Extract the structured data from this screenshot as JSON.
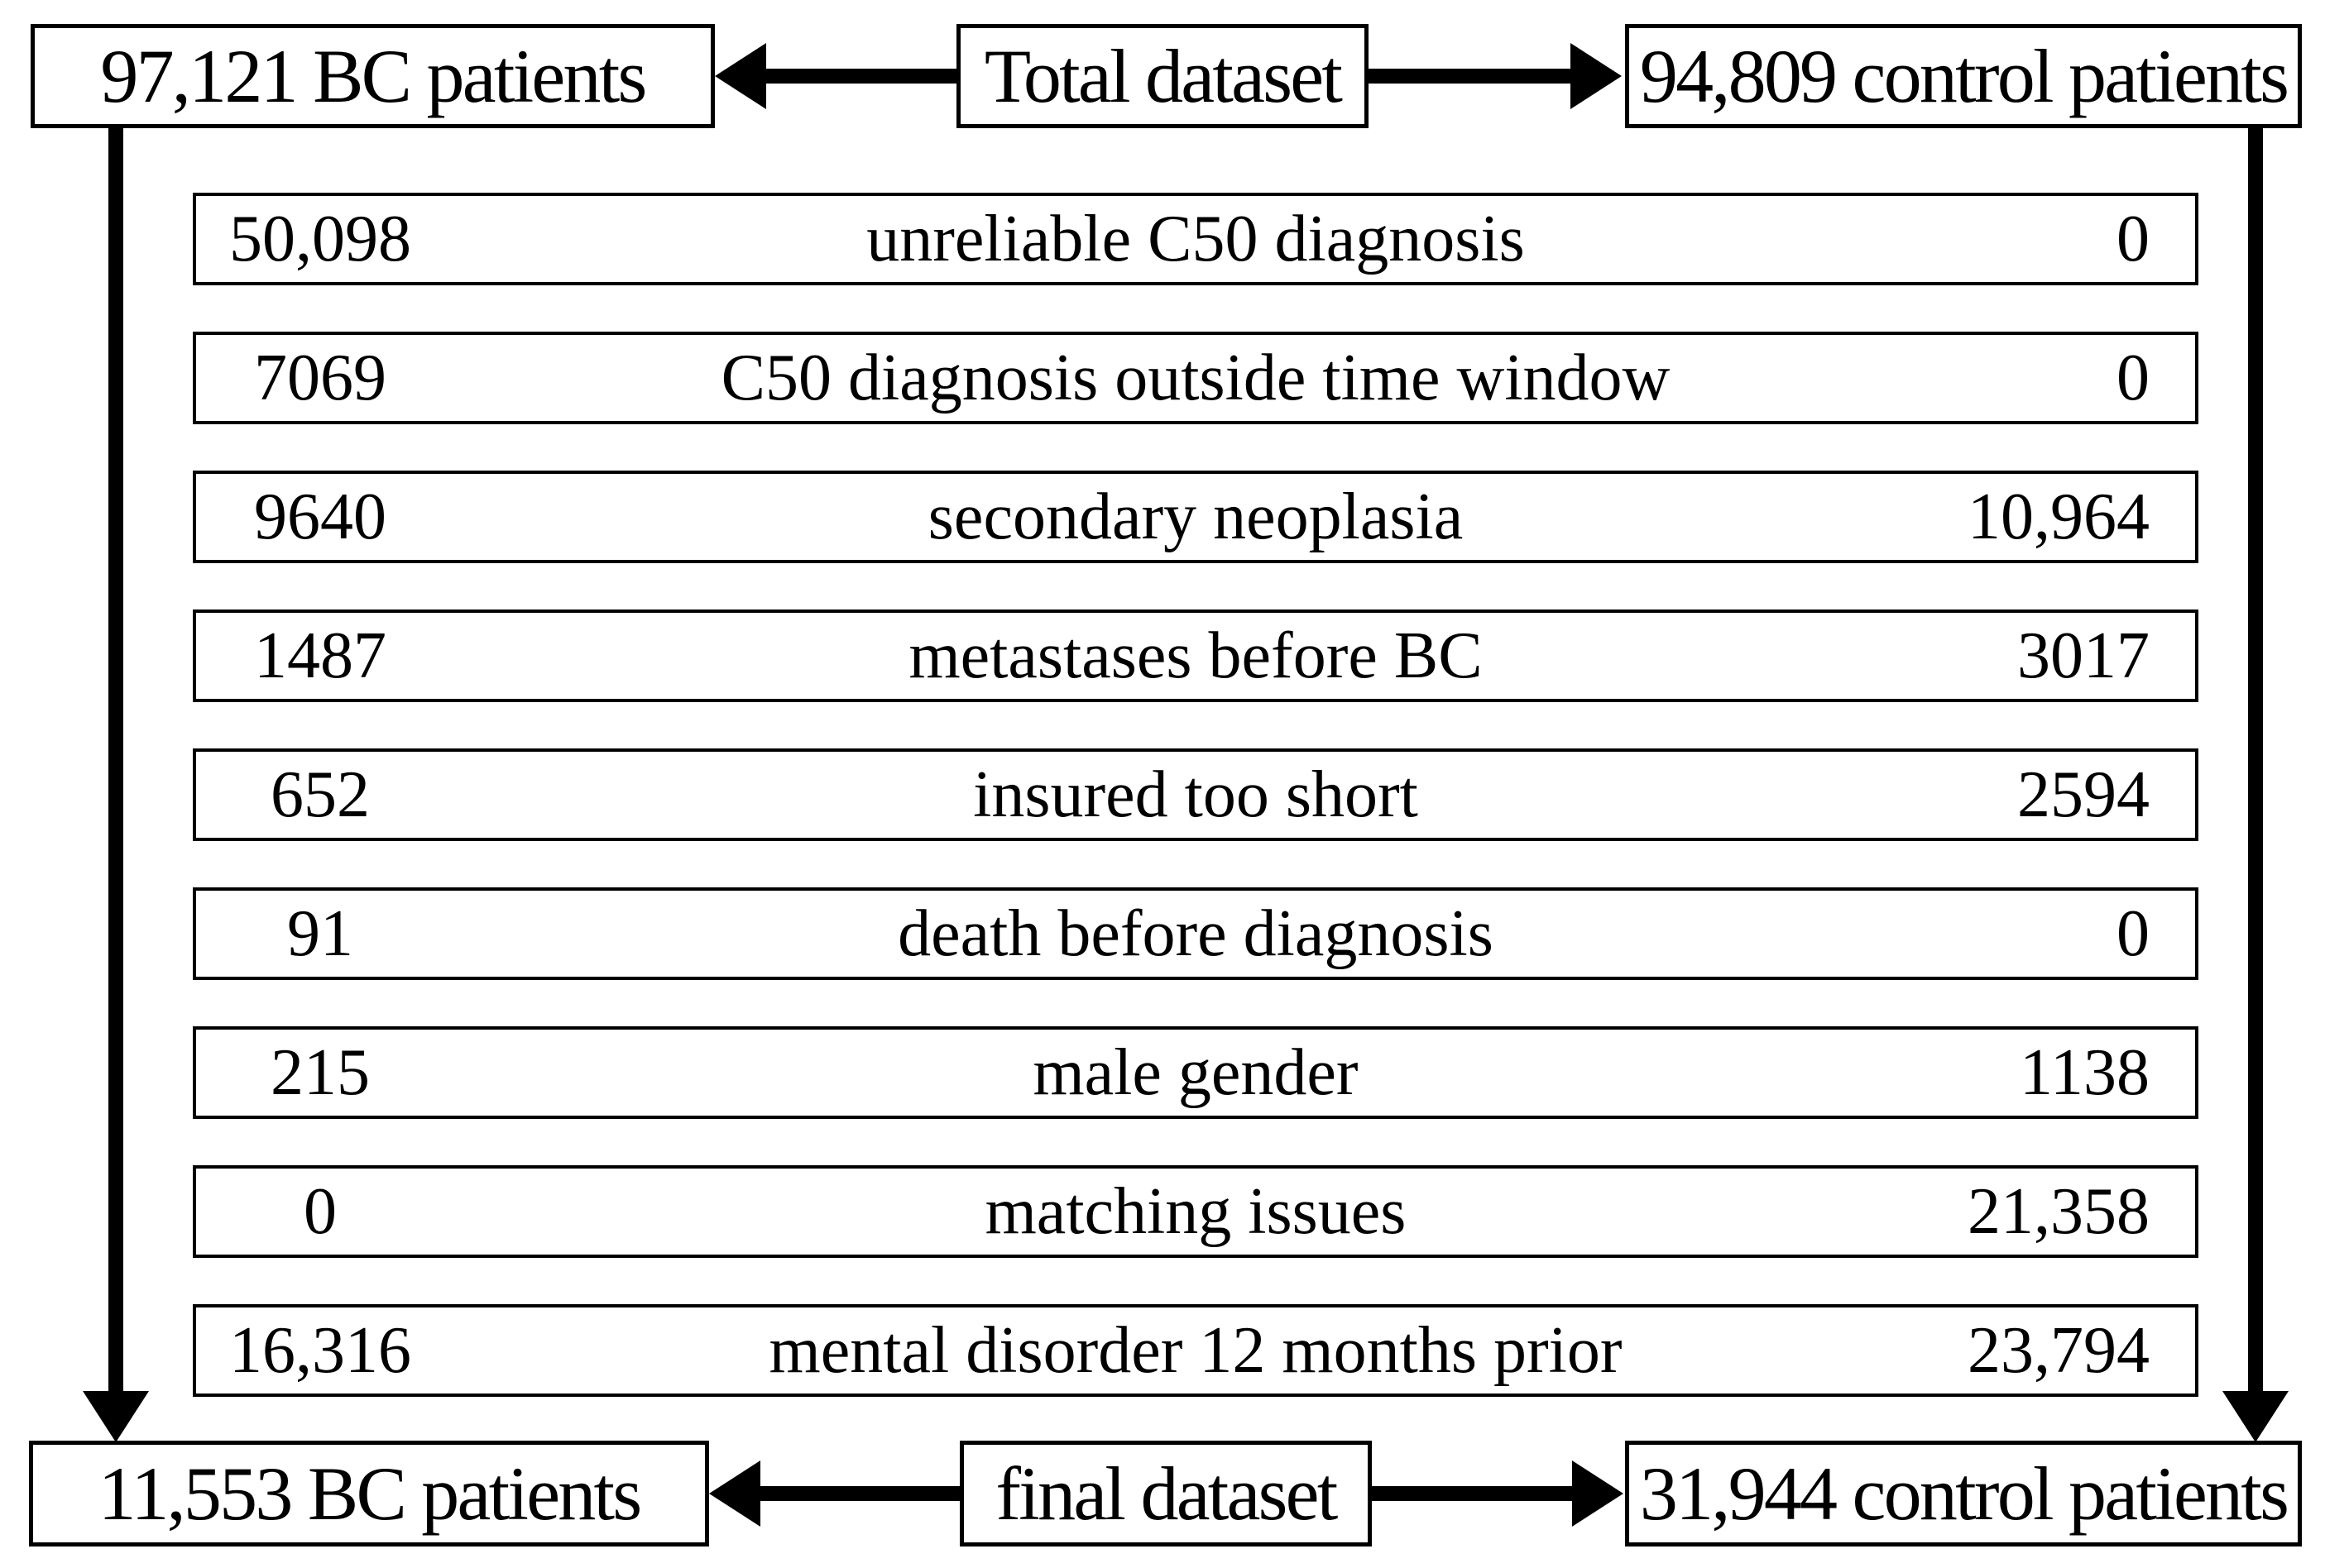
{
  "figure": {
    "colors": {
      "ink": "#000000",
      "background": "#ffffff"
    },
    "top": {
      "bc_box": "97,121 BC patients",
      "dataset_box": "Total dataset",
      "control_box": "94,809 control patients"
    },
    "exclusions": [
      {
        "bc": "50,098",
        "label": "unreliable C50 diagnosis",
        "control": "0"
      },
      {
        "bc": "7069",
        "label": "C50 diagnosis outside time window",
        "control": "0"
      },
      {
        "bc": "9640",
        "label": "secondary neoplasia",
        "control": "10,964"
      },
      {
        "bc": "1487",
        "label": "metastases before BC",
        "control": "3017"
      },
      {
        "bc": "652",
        "label": "insured too short",
        "control": "2594"
      },
      {
        "bc": "91",
        "label": "death before diagnosis",
        "control": "0"
      },
      {
        "bc": "215",
        "label": "male gender",
        "control": "1138"
      },
      {
        "bc": "0",
        "label": "matching issues",
        "control": "21,358"
      },
      {
        "bc": "16,316",
        "label": "mental disorder 12 months prior",
        "control": "23,794"
      }
    ],
    "bottom": {
      "bc_box": "11,553 BC patients",
      "dataset_box": "final dataset",
      "control_box": "31,944 control patients"
    }
  }
}
